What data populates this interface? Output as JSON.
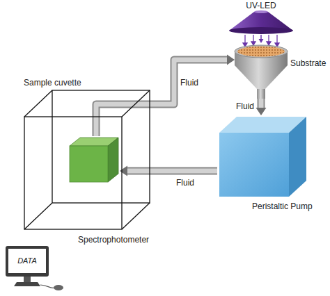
{
  "diagram": {
    "nodes": [
      {
        "text": [
          "UV-LED"
        ]
      },
      {
        "text": [
          "Substrate"
        ]
      },
      {
        "text": [
          "Spectrophotometer"
        ]
      },
      {
        "text": [
          "Sample cuvette"
        ],
        "in": 2
      },
      {
        "text": [
          "Peristaltic Pump"
        ]
      },
      {
        "text": [
          "DATA"
        ]
      }
    ],
    "edges": [
      {
        "from": 0,
        "to": 1,
        "arrow": "to"
      },
      {
        "from": 1,
        "to": 4,
        "label": "Fluid",
        "arrow": "to"
      },
      {
        "from": 4,
        "to": 3,
        "label": "Fluid",
        "arrow": "to"
      },
      {
        "from": 3,
        "to": 1,
        "label": "Fluid",
        "arrow": "to"
      }
    ]
  }
}
